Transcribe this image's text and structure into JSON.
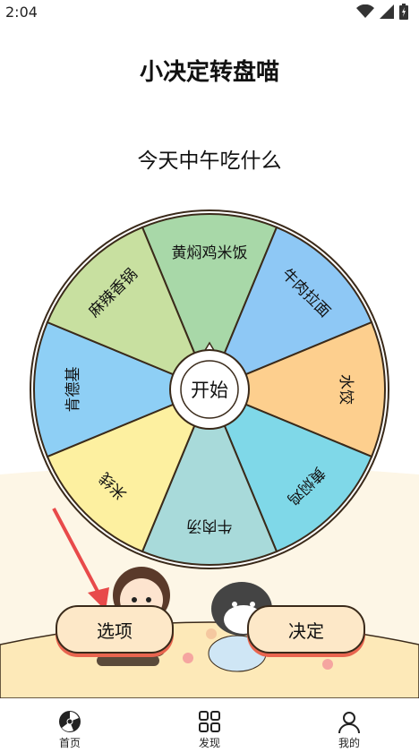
{
  "status": {
    "time": "2:04"
  },
  "app_title": "小决定转盘喵",
  "question": "今天中午吃什么",
  "wheel": {
    "center_label": "开始",
    "segments": [
      {
        "label": "黄焖鸡米饭",
        "color": "#a8d8a8"
      },
      {
        "label": "牛肉拉面",
        "color": "#8ec8f5"
      },
      {
        "label": "水饺",
        "color": "#fdcf8e"
      },
      {
        "label": "黄焖鸡",
        "color": "#7fd8e8"
      },
      {
        "label": "牛肉汤",
        "color": "#a8dada"
      },
      {
        "label": "米线",
        "color": "#fdf0a0"
      },
      {
        "label": "肯德基",
        "color": "#8ecff5"
      },
      {
        "label": "麻辣香锅",
        "color": "#c8e0a0"
      }
    ]
  },
  "buttons": {
    "options": "选项",
    "decide": "决定"
  },
  "nav": [
    {
      "label": "首页",
      "icon": "wheel-icon"
    },
    {
      "label": "发现",
      "icon": "grid-icon"
    },
    {
      "label": "我的",
      "icon": "user-icon"
    }
  ]
}
